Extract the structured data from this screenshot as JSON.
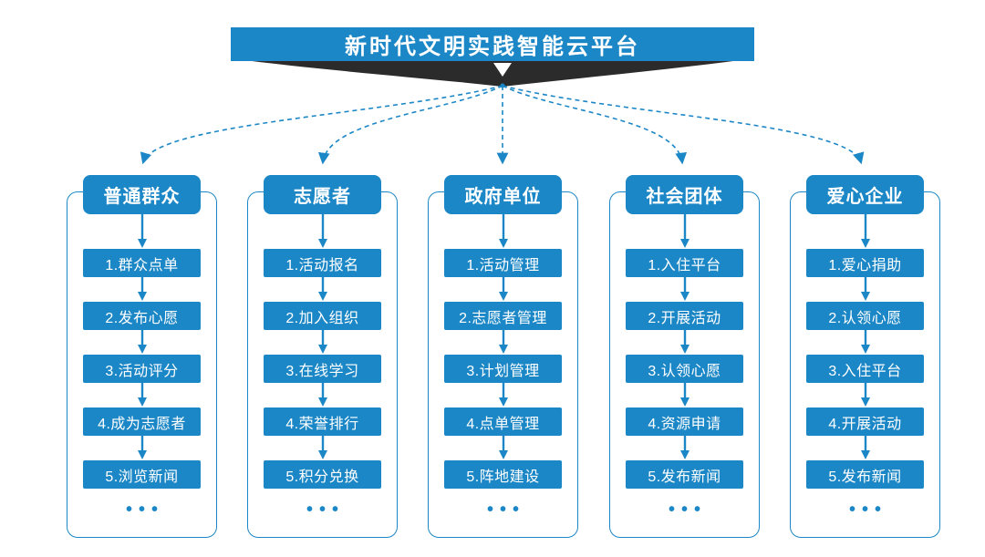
{
  "title": "新时代文明实践智能云平台",
  "ellipsis": "•••",
  "colors": {
    "primary": "#1c87c6",
    "ribbon": "#2b2b2b",
    "background": "#ffffff"
  },
  "columns": [
    {
      "title": "普通群众",
      "items": [
        "1.群众点单",
        "2.发布心愿",
        "3.活动评分",
        "4.成为志愿者",
        "5.浏览新闻"
      ]
    },
    {
      "title": "志愿者",
      "items": [
        "1.活动报名",
        "2.加入组织",
        "3.在线学习",
        "4.荣誉排行",
        "5.积分兑换"
      ]
    },
    {
      "title": "政府单位",
      "items": [
        "1.活动管理",
        "2.志愿者管理",
        "3.计划管理",
        "4.点单管理",
        "5.阵地建设"
      ]
    },
    {
      "title": "社会团体",
      "items": [
        "1.入住平台",
        "2.开展活动",
        "3.认领心愿",
        "4.资源申请",
        "5.发布新闻"
      ]
    },
    {
      "title": "爱心企业",
      "items": [
        "1.爱心捐助",
        "2.认领心愿",
        "3.入住平台",
        "4.开展活动",
        "5.发布新闻"
      ]
    }
  ]
}
